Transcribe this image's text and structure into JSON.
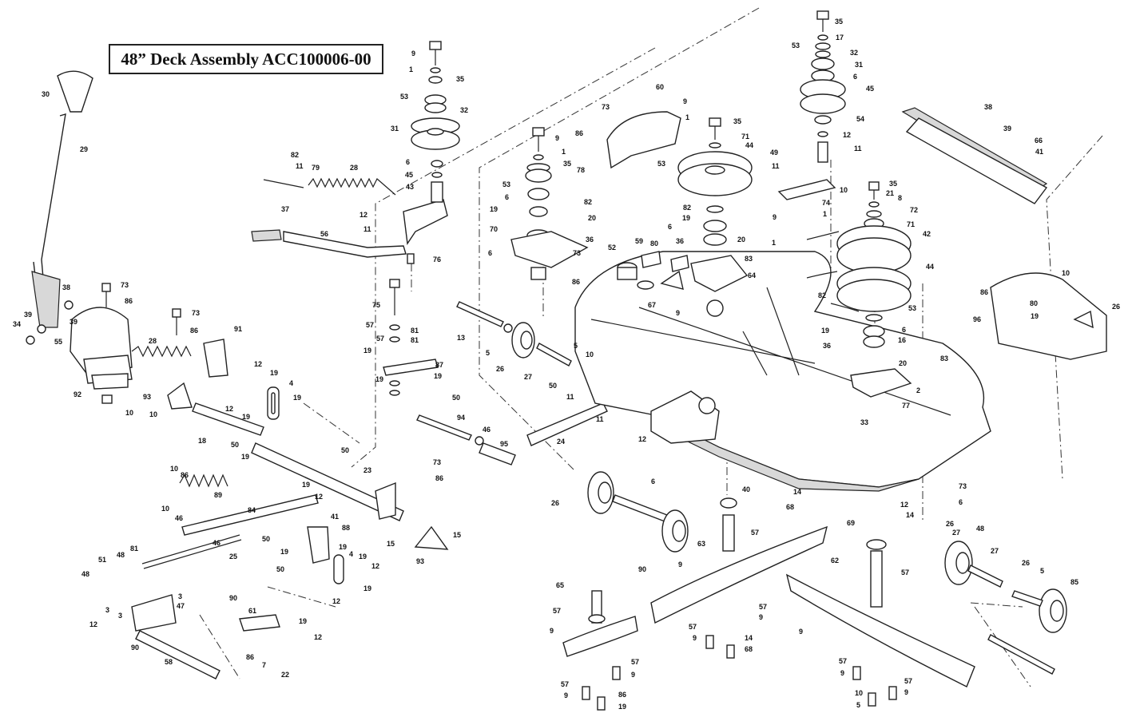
{
  "title": "48” Deck Assembly ACC100006-00",
  "part_labels": [
    {
      "id": "p30",
      "text": "30"
    },
    {
      "id": "p29",
      "text": "29"
    },
    {
      "id": "p38a",
      "text": "38"
    },
    {
      "id": "p39a",
      "text": "39"
    },
    {
      "id": "p34",
      "text": "34"
    },
    {
      "id": "p39b",
      "text": "39"
    },
    {
      "id": "p55",
      "text": "55"
    },
    {
      "id": "p92",
      "text": "92"
    },
    {
      "id": "p10a",
      "text": "10"
    },
    {
      "id": "p73a",
      "text": "73"
    },
    {
      "id": "p86a",
      "text": "86"
    },
    {
      "id": "p73b",
      "text": "73"
    },
    {
      "id": "p86b",
      "text": "86"
    },
    {
      "id": "p28a",
      "text": "28"
    },
    {
      "id": "p91",
      "text": "91"
    },
    {
      "id": "p93a",
      "text": "93"
    },
    {
      "id": "p10b",
      "text": "10"
    },
    {
      "id": "p18",
      "text": "18"
    },
    {
      "id": "p12a",
      "text": "12"
    },
    {
      "id": "p19a",
      "text": "19"
    },
    {
      "id": "p4a",
      "text": "4"
    },
    {
      "id": "p19b",
      "text": "19"
    },
    {
      "id": "p12b",
      "text": "12"
    },
    {
      "id": "p19c",
      "text": "19"
    },
    {
      "id": "p50a",
      "text": "50"
    },
    {
      "id": "p19d",
      "text": "19"
    },
    {
      "id": "p50b",
      "text": "50"
    },
    {
      "id": "p10c",
      "text": "10"
    },
    {
      "id": "p86c",
      "text": "86"
    },
    {
      "id": "p89",
      "text": "89"
    },
    {
      "id": "p10d",
      "text": "10"
    },
    {
      "id": "p46a",
      "text": "46"
    },
    {
      "id": "p84",
      "text": "84"
    },
    {
      "id": "p46b",
      "text": "46"
    },
    {
      "id": "p25",
      "text": "25"
    },
    {
      "id": "p23",
      "text": "23"
    },
    {
      "id": "p19e",
      "text": "19"
    },
    {
      "id": "p12c",
      "text": "12"
    },
    {
      "id": "p51",
      "text": "51"
    },
    {
      "id": "p48a",
      "text": "48"
    },
    {
      "id": "p81a",
      "text": "81"
    },
    {
      "id": "p48b",
      "text": "48"
    },
    {
      "id": "p3a",
      "text": "3"
    },
    {
      "id": "p3b",
      "text": "3"
    },
    {
      "id": "p3c",
      "text": "3"
    },
    {
      "id": "p47",
      "text": "47"
    },
    {
      "id": "p12d",
      "text": "12"
    },
    {
      "id": "p90a",
      "text": "90"
    },
    {
      "id": "p58",
      "text": "58"
    },
    {
      "id": "p90b",
      "text": "90"
    },
    {
      "id": "p61",
      "text": "61"
    },
    {
      "id": "p19f",
      "text": "19"
    },
    {
      "id": "p12e",
      "text": "12"
    },
    {
      "id": "p86d",
      "text": "86"
    },
    {
      "id": "p7",
      "text": "7"
    },
    {
      "id": "p22",
      "text": "22"
    },
    {
      "id": "p82a",
      "text": "82"
    },
    {
      "id": "p11a",
      "text": "11"
    },
    {
      "id": "p79",
      "text": "79"
    },
    {
      "id": "p28b",
      "text": "28"
    },
    {
      "id": "p37",
      "text": "37"
    },
    {
      "id": "p56",
      "text": "56"
    },
    {
      "id": "p12f",
      "text": "12"
    },
    {
      "id": "p11b",
      "text": "11"
    },
    {
      "id": "p76",
      "text": "76"
    },
    {
      "id": "p9a",
      "text": "9"
    },
    {
      "id": "p1a",
      "text": "1"
    },
    {
      "id": "p35a",
      "text": "35"
    },
    {
      "id": "p53a",
      "text": "53"
    },
    {
      "id": "p32a",
      "text": "32"
    },
    {
      "id": "p31a",
      "text": "31"
    },
    {
      "id": "p6a",
      "text": "6"
    },
    {
      "id": "p45a",
      "text": "45"
    },
    {
      "id": "p43",
      "text": "43"
    },
    {
      "id": "p75",
      "text": "75"
    },
    {
      "id": "p57a",
      "text": "57"
    },
    {
      "id": "p81b",
      "text": "81"
    },
    {
      "id": "p57b",
      "text": "57"
    },
    {
      "id": "p81c",
      "text": "81"
    },
    {
      "id": "p19g",
      "text": "19"
    },
    {
      "id": "p87",
      "text": "87"
    },
    {
      "id": "p19h",
      "text": "19"
    },
    {
      "id": "p19i",
      "text": "19"
    },
    {
      "id": "p50c",
      "text": "50"
    },
    {
      "id": "p94",
      "text": "94"
    },
    {
      "id": "p46c",
      "text": "46"
    },
    {
      "id": "p95",
      "text": "95"
    },
    {
      "id": "p73c",
      "text": "73"
    },
    {
      "id": "p86e",
      "text": "86"
    },
    {
      "id": "p15a",
      "text": "15"
    },
    {
      "id": "p15b",
      "text": "15"
    },
    {
      "id": "p93b",
      "text": "93"
    },
    {
      "id": "p41a",
      "text": "41"
    },
    {
      "id": "p88",
      "text": "88"
    },
    {
      "id": "p50d",
      "text": "50"
    },
    {
      "id": "p19j",
      "text": "19"
    },
    {
      "id": "p4b",
      "text": "4"
    },
    {
      "id": "p19k",
      "text": "19"
    },
    {
      "id": "p19l",
      "text": "19"
    },
    {
      "id": "p50e",
      "text": "50"
    },
    {
      "id": "p12g",
      "text": "12"
    },
    {
      "id": "p19m",
      "text": "19"
    },
    {
      "id": "p12h",
      "text": "12"
    },
    {
      "id": "p13",
      "text": "13"
    },
    {
      "id": "p5a",
      "text": "5"
    },
    {
      "id": "p26a",
      "text": "26"
    },
    {
      "id": "p27a",
      "text": "27"
    },
    {
      "id": "p5b",
      "text": "5"
    },
    {
      "id": "p10e",
      "text": "10"
    },
    {
      "id": "p50f",
      "text": "50"
    },
    {
      "id": "p11c",
      "text": "11"
    },
    {
      "id": "p11d",
      "text": "11"
    },
    {
      "id": "p24",
      "text": "24"
    },
    {
      "id": "p12i",
      "text": "12"
    },
    {
      "id": "p9b",
      "text": "9"
    },
    {
      "id": "p1b",
      "text": "1"
    },
    {
      "id": "p35b",
      "text": "35"
    },
    {
      "id": "p78",
      "text": "78"
    },
    {
      "id": "p53b",
      "text": "53"
    },
    {
      "id": "p6b",
      "text": "6"
    },
    {
      "id": "p82b",
      "text": "82"
    },
    {
      "id": "p19n",
      "text": "19"
    },
    {
      "id": "p70",
      "text": "70"
    },
    {
      "id": "p20a",
      "text": "20"
    },
    {
      "id": "p36a",
      "text": "36"
    },
    {
      "id": "p6c",
      "text": "6"
    },
    {
      "id": "p73d",
      "text": "73"
    },
    {
      "id": "p86f",
      "text": "86"
    },
    {
      "id": "p73e",
      "text": "73"
    },
    {
      "id": "p86g",
      "text": "86"
    },
    {
      "id": "p60",
      "text": "60"
    },
    {
      "id": "p9c",
      "text": "9"
    },
    {
      "id": "p1c",
      "text": "1"
    },
    {
      "id": "p35c",
      "text": "35"
    },
    {
      "id": "p71a",
      "text": "71"
    },
    {
      "id": "p44a",
      "text": "44"
    },
    {
      "id": "p53c",
      "text": "53"
    },
    {
      "id": "p82c",
      "text": "82"
    },
    {
      "id": "p19o",
      "text": "19"
    },
    {
      "id": "p6d",
      "text": "6"
    },
    {
      "id": "p36b",
      "text": "36"
    },
    {
      "id": "p20b",
      "text": "20"
    },
    {
      "id": "p83a",
      "text": "83"
    },
    {
      "id": "p64",
      "text": "64"
    },
    {
      "id": "p52",
      "text": "52"
    },
    {
      "id": "p59",
      "text": "59"
    },
    {
      "id": "p80a",
      "text": "80"
    },
    {
      "id": "p67",
      "text": "67"
    },
    {
      "id": "p9d",
      "text": "9"
    },
    {
      "id": "p1d",
      "text": "1"
    },
    {
      "id": "p35d",
      "text": "35"
    },
    {
      "id": "p17",
      "text": "17"
    },
    {
      "id": "p53d",
      "text": "53"
    },
    {
      "id": "p32b",
      "text": "32"
    },
    {
      "id": "p31b",
      "text": "31"
    },
    {
      "id": "p6e",
      "text": "6"
    },
    {
      "id": "p45b",
      "text": "45"
    },
    {
      "id": "p54",
      "text": "54"
    },
    {
      "id": "p12j",
      "text": "12"
    },
    {
      "id": "p11e",
      "text": "11"
    },
    {
      "id": "p49",
      "text": "49"
    },
    {
      "id": "p11f",
      "text": "11"
    },
    {
      "id": "p10f",
      "text": "10"
    },
    {
      "id": "p74",
      "text": "74"
    },
    {
      "id": "p9e",
      "text": "9"
    },
    {
      "id": "p1e",
      "text": "1"
    },
    {
      "id": "p35e",
      "text": "35"
    },
    {
      "id": "p21",
      "text": "21"
    },
    {
      "id": "p8",
      "text": "8"
    },
    {
      "id": "p72",
      "text": "72"
    },
    {
      "id": "p71b",
      "text": "71"
    },
    {
      "id": "p42",
      "text": "42"
    },
    {
      "id": "p44b",
      "text": "44"
    },
    {
      "id": "p82d",
      "text": "82"
    },
    {
      "id": "p53e",
      "text": "53"
    },
    {
      "id": "p19p",
      "text": "19"
    },
    {
      "id": "p6f",
      "text": "6"
    },
    {
      "id": "p36c",
      "text": "36"
    },
    {
      "id": "p16",
      "text": "16"
    },
    {
      "id": "p20c",
      "text": "20"
    },
    {
      "id": "p83b",
      "text": "83"
    },
    {
      "id": "p2",
      "text": "2"
    },
    {
      "id": "p33",
      "text": "33"
    },
    {
      "id": "p77",
      "text": "77"
    },
    {
      "id": "p38b",
      "text": "38"
    },
    {
      "id": "p39c",
      "text": "39"
    },
    {
      "id": "p66",
      "text": "66"
    },
    {
      "id": "p41b",
      "text": "41"
    },
    {
      "id": "p10g",
      "text": "10"
    },
    {
      "id": "p86h",
      "text": "86"
    },
    {
      "id": "p80b",
      "text": "80"
    },
    {
      "id": "p19q",
      "text": "19"
    },
    {
      "id": "p26b",
      "text": "26"
    },
    {
      "id": "p96",
      "text": "96"
    },
    {
      "id": "p26c",
      "text": "26"
    },
    {
      "id": "p6g",
      "text": "6"
    },
    {
      "id": "p90c",
      "text": "90"
    },
    {
      "id": "p40",
      "text": "40"
    },
    {
      "id": "p14a",
      "text": "14"
    },
    {
      "id": "p68a",
      "text": "68"
    },
    {
      "id": "p63",
      "text": "63"
    },
    {
      "id": "p57c",
      "text": "57"
    },
    {
      "id": "p9f",
      "text": "9"
    },
    {
      "id": "p57d",
      "text": "57"
    },
    {
      "id": "p9g",
      "text": "9"
    },
    {
      "id": "p57e",
      "text": "57"
    },
    {
      "id": "p9h",
      "text": "9"
    },
    {
      "id": "p14b",
      "text": "14"
    },
    {
      "id": "p68b",
      "text": "68"
    },
    {
      "id": "p65",
      "text": "65"
    },
    {
      "id": "p57f",
      "text": "57"
    },
    {
      "id": "p9i",
      "text": "9"
    },
    {
      "id": "p57g",
      "text": "57"
    },
    {
      "id": "p9j",
      "text": "9"
    },
    {
      "id": "p57h",
      "text": "57"
    },
    {
      "id": "p9k",
      "text": "9"
    },
    {
      "id": "p86i",
      "text": "86"
    },
    {
      "id": "p19r",
      "text": "19"
    },
    {
      "id": "p73f",
      "text": "73"
    },
    {
      "id": "p12k",
      "text": "12"
    },
    {
      "id": "p6h",
      "text": "6"
    },
    {
      "id": "p14c",
      "text": "14"
    },
    {
      "id": "p69",
      "text": "69"
    },
    {
      "id": "p62",
      "text": "62"
    },
    {
      "id": "p57i",
      "text": "57"
    },
    {
      "id": "p9l",
      "text": "9"
    },
    {
      "id": "p57j",
      "text": "57"
    },
    {
      "id": "p9m",
      "text": "9"
    },
    {
      "id": "p57k",
      "text": "57"
    },
    {
      "id": "p9n",
      "text": "9"
    },
    {
      "id": "p10h",
      "text": "10"
    },
    {
      "id": "p5c",
      "text": "5"
    },
    {
      "id": "p26d",
      "text": "26"
    },
    {
      "id": "p27b",
      "text": "27"
    },
    {
      "id": "p48c",
      "text": "48"
    },
    {
      "id": "p27c",
      "text": "27"
    },
    {
      "id": "p26e",
      "text": "26"
    },
    {
      "id": "p5d",
      "text": "5"
    },
    {
      "id": "p85",
      "text": "85"
    }
  ]
}
